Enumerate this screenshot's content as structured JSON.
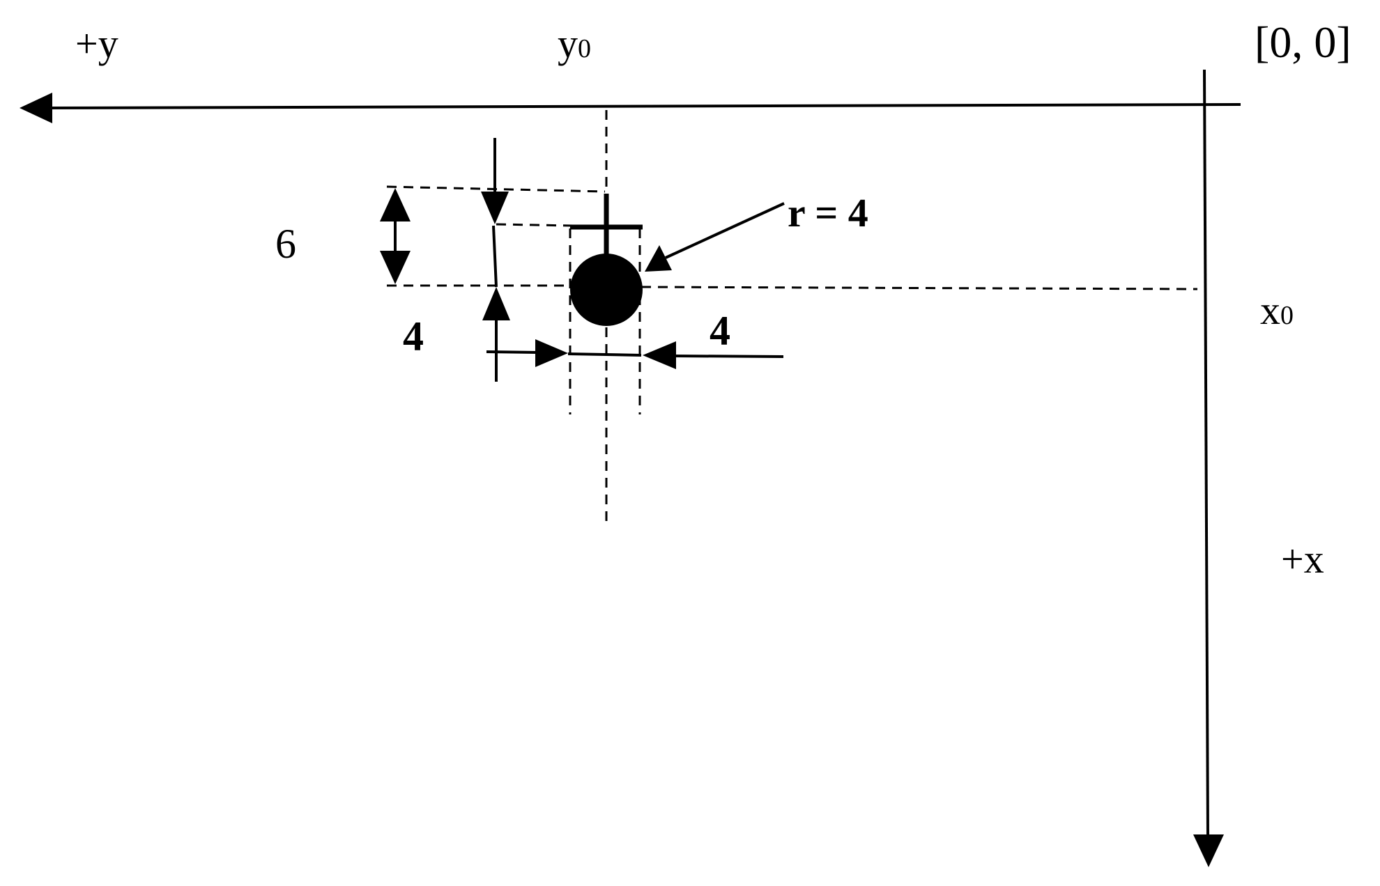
{
  "labels": {
    "plus_y": "+y",
    "y0_base": "y",
    "y0_sub": "0",
    "origin": "[0, 0]",
    "x0_base": "x",
    "x0_sub": "0",
    "plus_x": "+x",
    "radius": "r = 4",
    "dim_six": "6",
    "dim_four_left": "4",
    "dim_four_right": "4"
  }
}
